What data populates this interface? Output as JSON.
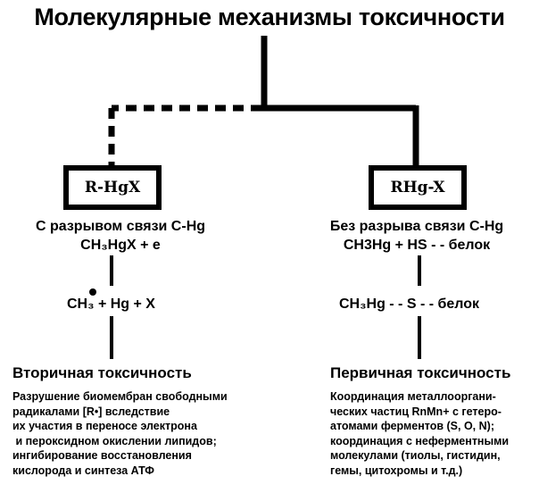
{
  "title": "Молекулярные механизмы токсичности",
  "left": {
    "box_label": "R-HgX",
    "line1": "С разрывом связи С-Hg",
    "line2": "CH₃HgX + e",
    "reaction": "CH₃ + Hg + X",
    "heading": "Вторичная токсичность",
    "description": "Разрушение биомембран свободными\nрадикалами [R•] вследствие\nих участия в переносе электрона\n и пероксидном окислении липидов;\nингибирование восстановления\nкислорода и синтеза АТФ"
  },
  "right": {
    "box_label": "RHg-X",
    "line1": "Без разрыва связи С-Hg",
    "line2": "CH3Hg + HS - - белок",
    "reaction": "CH₃Hg - - S - - белок",
    "heading": "Первичная токсичность",
    "description": "Координация металлооргани-\nческих частиц RnMn+ с гетеро-\nатомами ферментов (S, O, N);\nкоординация с неферментными\nмолекулами (тиолы, гистидин,\nгемы, цитохромы и т.д.)"
  }
}
